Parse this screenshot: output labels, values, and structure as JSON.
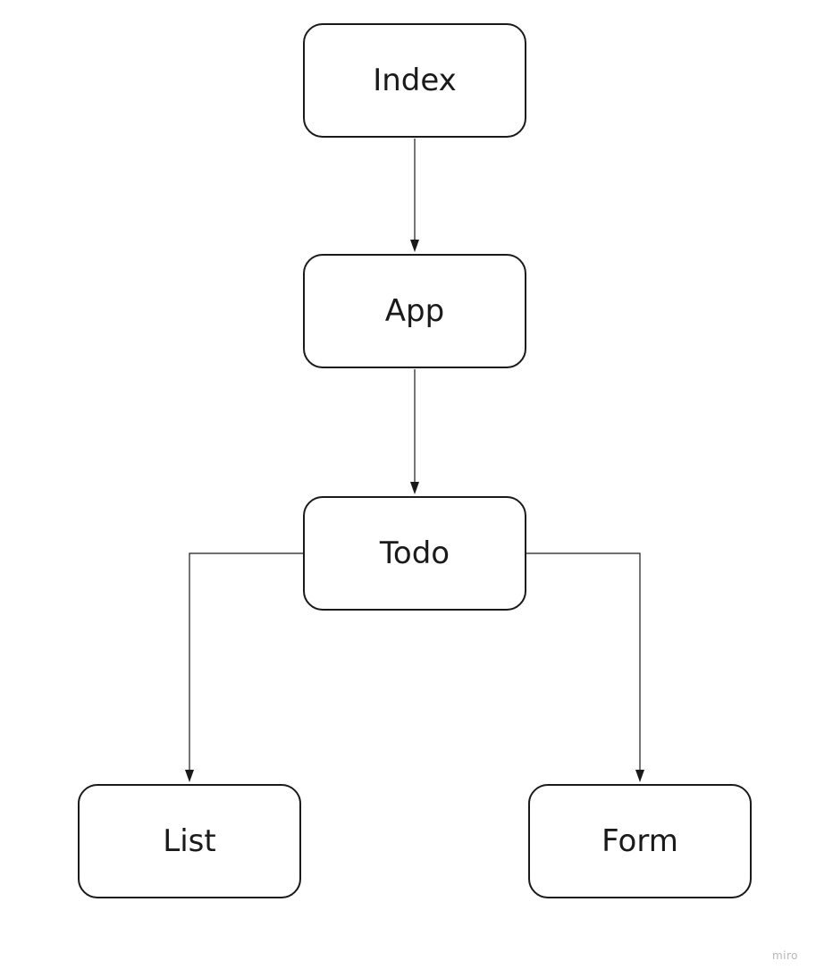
{
  "diagram": {
    "nodes": {
      "index": "Index",
      "app": "App",
      "todo": "Todo",
      "list": "List",
      "form": "Form"
    },
    "edges": [
      {
        "from": "index",
        "to": "app"
      },
      {
        "from": "app",
        "to": "todo"
      },
      {
        "from": "todo",
        "to": "list"
      },
      {
        "from": "todo",
        "to": "form"
      }
    ],
    "colors": {
      "stroke": "#1a1a1a",
      "background": "#ffffff",
      "watermark": "#b8b8b8"
    }
  },
  "watermark": "miro"
}
